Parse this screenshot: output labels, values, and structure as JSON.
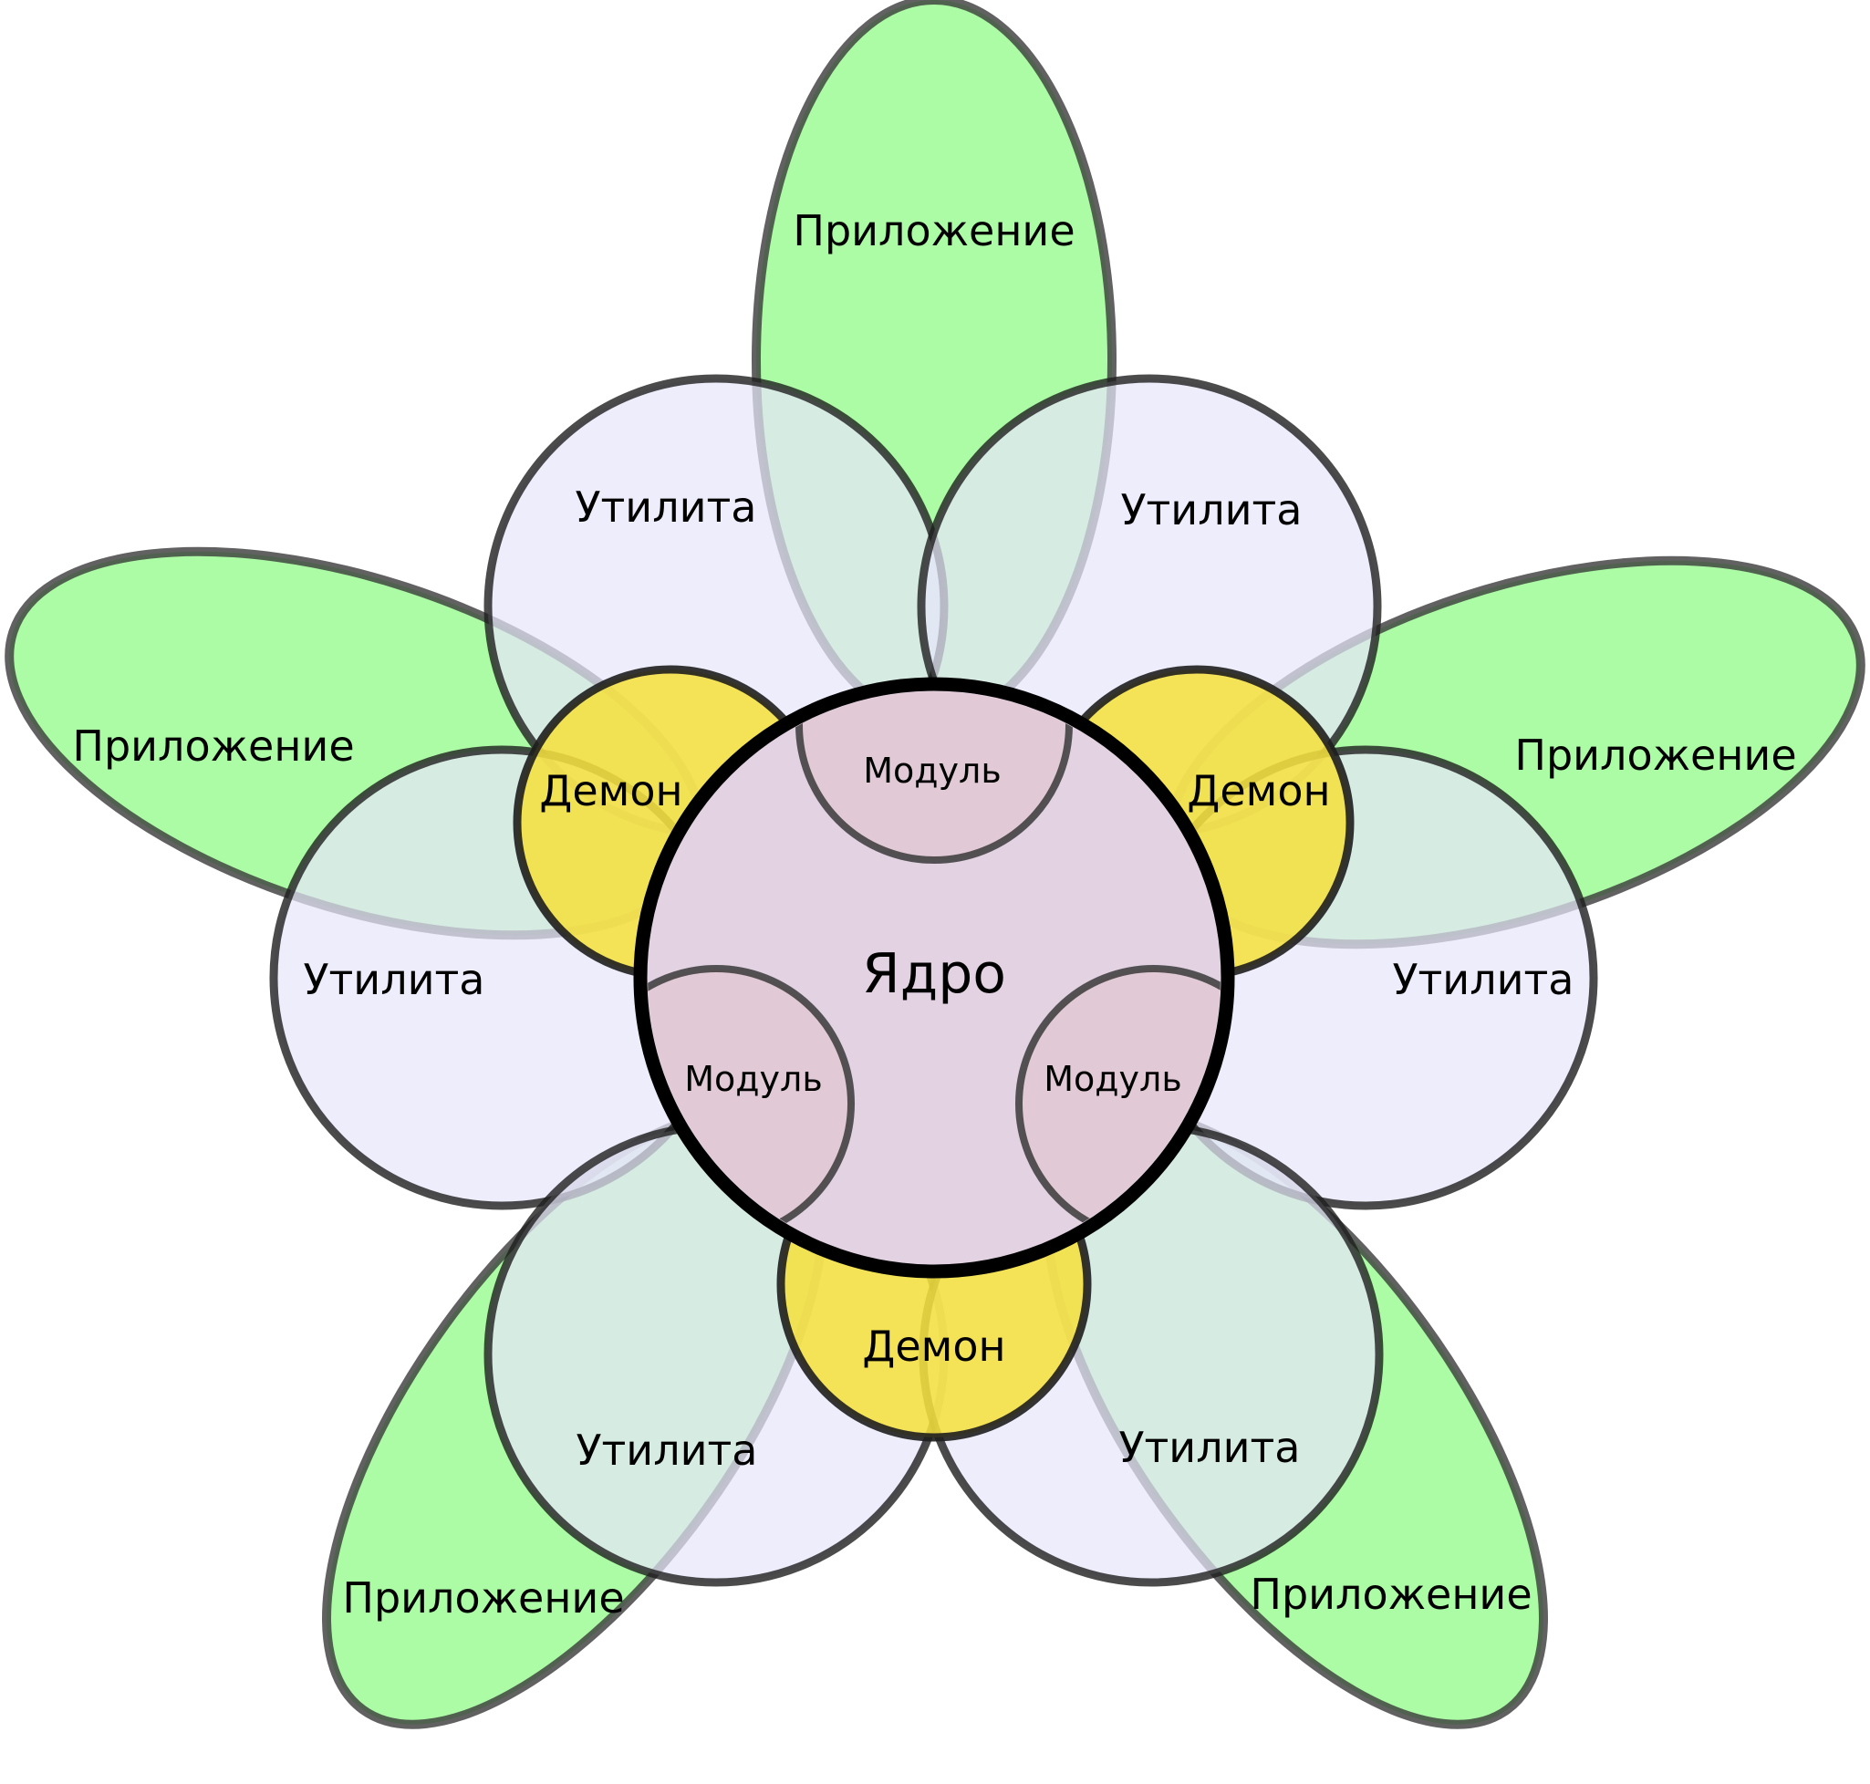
{
  "diagram": {
    "kernel": {
      "label": "Ядро"
    },
    "modules": [
      {
        "label": "Модуль"
      },
      {
        "label": "Модуль"
      },
      {
        "label": "Модуль"
      }
    ],
    "daemons": [
      {
        "label": "Демон"
      },
      {
        "label": "Демон"
      },
      {
        "label": "Демон"
      }
    ],
    "utilities": [
      {
        "label": "Утилита"
      },
      {
        "label": "Утилита"
      },
      {
        "label": "Утилита"
      },
      {
        "label": "Утилита"
      },
      {
        "label": "Утилита"
      },
      {
        "label": "Утилита"
      }
    ],
    "applications": [
      {
        "label": "Приложение"
      },
      {
        "label": "Приложение"
      },
      {
        "label": "Приложение"
      },
      {
        "label": "Приложение"
      },
      {
        "label": "Приложение"
      }
    ],
    "colors": {
      "application_fill": "#a8fca0",
      "utility_fill": "#e6e6fa",
      "daemon_fill": "#f5e040",
      "kernel_fill": "#e2d2e2",
      "module_fill": "#e0c9d4",
      "stroke": "#3a3a3a",
      "kernel_stroke": "#000000"
    }
  }
}
